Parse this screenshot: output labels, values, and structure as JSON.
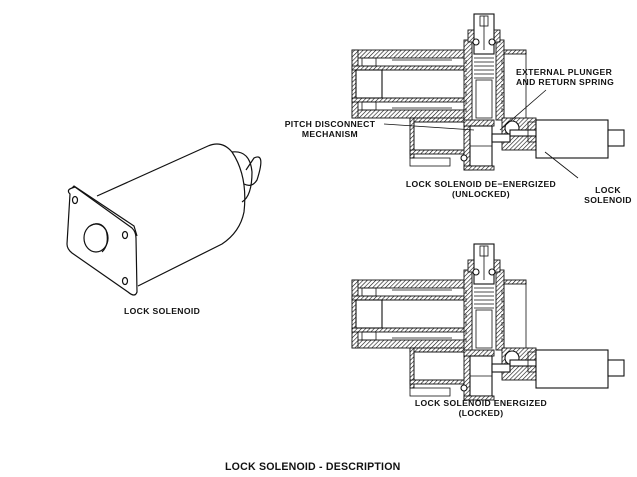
{
  "figure": {
    "title": "LOCK SOLENOID - DESCRIPTION",
    "isometric_view": {
      "label": "LOCK SOLENOID"
    },
    "upper_section": {
      "caption_line1": "LOCK SOLENOID DE−ENERGIZED",
      "caption_line2": "(UNLOCKED)",
      "callouts": {
        "pitch_disconnect_line1": "PITCH DISCONNECT",
        "pitch_disconnect_line2": "MECHANISM",
        "plunger_line1": "EXTERNAL PLUNGER",
        "plunger_line2": "AND RETURN SPRING",
        "solenoid_line1": "LOCK",
        "solenoid_line2": "SOLENOID"
      }
    },
    "lower_section": {
      "caption_line1": "LOCK SOLENOID ENERGIZED",
      "caption_line2": "(LOCKED)"
    }
  }
}
